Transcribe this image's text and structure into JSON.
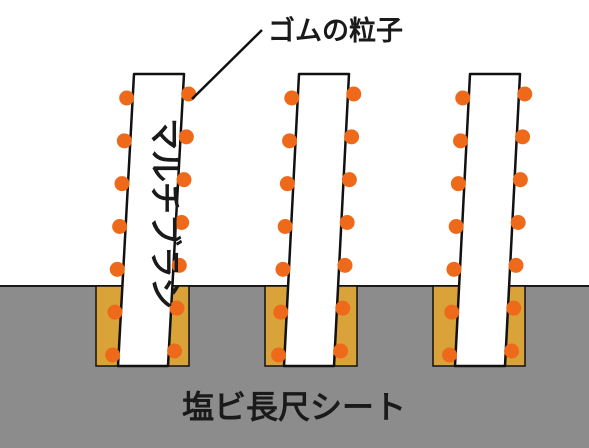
{
  "labels": {
    "particles": "ゴムの粒子",
    "brush": "マルチブラシ",
    "sheet": "塩ビ長尺シート"
  },
  "colors": {
    "sheet": "#8c8c8c",
    "sheet_edge": "#1a1a1a",
    "particle": "#ee6a1a",
    "groove_fill": "#d9a33a",
    "bristle": "#ffffff",
    "outline": "#111111"
  },
  "bristle_count": 3,
  "particles_per_side": 7
}
